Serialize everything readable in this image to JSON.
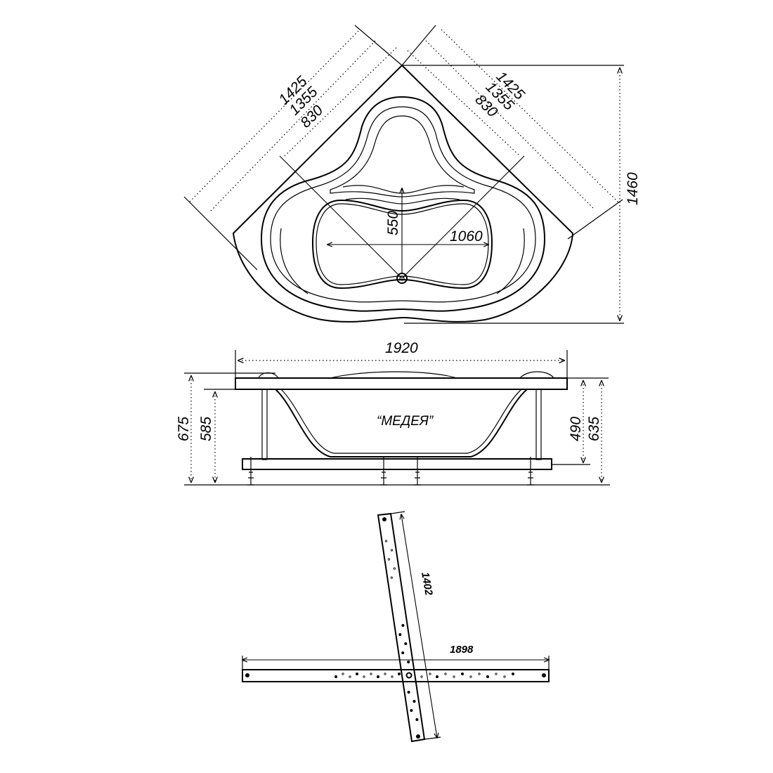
{
  "top_view": {
    "dims": {
      "left_outer": "1425",
      "left_mid": "1355",
      "left_inner": "830",
      "right_outer": "1425",
      "right_mid": "1355",
      "right_inner": "830",
      "height": "1460",
      "bowl_width": "1060",
      "bowl_depth": "550"
    }
  },
  "side_view": {
    "model_label": "“МЕДЕЯ”",
    "dims": {
      "total_width": "1920",
      "height_left_outer": "675",
      "height_left_inner": "585",
      "height_right_inner": "490",
      "height_right_outer": "635"
    }
  },
  "frame_view": {
    "dims": {
      "diagonal_beam": "1402",
      "horizontal_beam": "1898"
    }
  }
}
